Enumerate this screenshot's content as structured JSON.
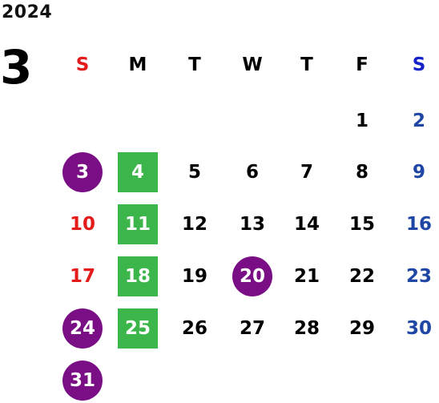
{
  "calendar": {
    "year": "2024",
    "month": "3",
    "weekdays": [
      "S",
      "M",
      "T",
      "W",
      "T",
      "F",
      "S"
    ],
    "weekday_colors": [
      "#e31b1b",
      "#000000",
      "#000000",
      "#000000",
      "#000000",
      "#000000",
      "#1522c9"
    ],
    "days": [
      {
        "day": "1",
        "weekday": 5
      },
      {
        "day": "2",
        "weekday": 6
      },
      {
        "day": "3",
        "weekday": 0,
        "highlight": "circle"
      },
      {
        "day": "4",
        "weekday": 1,
        "highlight": "square"
      },
      {
        "day": "5",
        "weekday": 2
      },
      {
        "day": "6",
        "weekday": 3
      },
      {
        "day": "7",
        "weekday": 4
      },
      {
        "day": "8",
        "weekday": 5
      },
      {
        "day": "9",
        "weekday": 6
      },
      {
        "day": "10",
        "weekday": 0
      },
      {
        "day": "11",
        "weekday": 1,
        "highlight": "square"
      },
      {
        "day": "12",
        "weekday": 2
      },
      {
        "day": "13",
        "weekday": 3
      },
      {
        "day": "14",
        "weekday": 4
      },
      {
        "day": "15",
        "weekday": 5
      },
      {
        "day": "16",
        "weekday": 6
      },
      {
        "day": "17",
        "weekday": 0
      },
      {
        "day": "18",
        "weekday": 1,
        "highlight": "square"
      },
      {
        "day": "19",
        "weekday": 2
      },
      {
        "day": "20",
        "weekday": 3,
        "highlight": "circle"
      },
      {
        "day": "21",
        "weekday": 4
      },
      {
        "day": "22",
        "weekday": 5
      },
      {
        "day": "23",
        "weekday": 6
      },
      {
        "day": "24",
        "weekday": 0,
        "highlight": "circle"
      },
      {
        "day": "25",
        "weekday": 1,
        "highlight": "square"
      },
      {
        "day": "26",
        "weekday": 2
      },
      {
        "day": "27",
        "weekday": 3
      },
      {
        "day": "28",
        "weekday": 4
      },
      {
        "day": "29",
        "weekday": 5
      },
      {
        "day": "30",
        "weekday": 6
      },
      {
        "day": "31",
        "weekday": 0,
        "highlight": "circle"
      }
    ],
    "colors": {
      "sunday": "#e31b1b",
      "saturday": "#1f46a4",
      "weekday": "#000000",
      "circle_highlight": "#7a0f85",
      "square_highlight": "#3cb54a"
    }
  }
}
